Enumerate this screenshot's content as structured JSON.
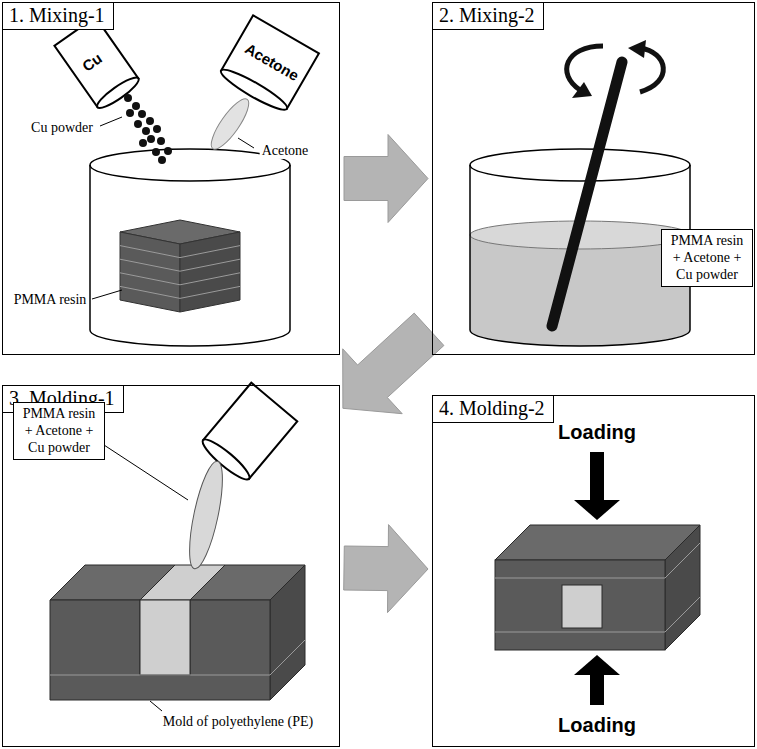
{
  "diagram": {
    "nodes": [
      {
        "text": [
          "1. Mixing-1"
        ]
      },
      {
        "text": [
          "2. Mixing-2"
        ]
      },
      {
        "text": [
          "PMMA resin + Acetone + Cu powder"
        ],
        "in": 1
      },
      {
        "text": [
          "3. Molding-1"
        ]
      },
      {
        "text": [
          "PMMA resin + Acetone + Cu powder"
        ],
        "in": 3
      },
      {
        "text": [
          "4. Molding-2"
        ]
      }
    ],
    "edges": [
      {
        "from": 0,
        "to": 1,
        "arrow": "to"
      },
      {
        "from": 1,
        "to": 3,
        "arrow": "to"
      },
      {
        "from": 3,
        "to": 5,
        "arrow": "to"
      }
    ],
    "labels": [
      "Cu",
      "Acetone",
      "Cu powder",
      "Acetone",
      "PMMA resin",
      "Mold of polyethylene (PE)",
      "Loading",
      "Loading"
    ]
  }
}
